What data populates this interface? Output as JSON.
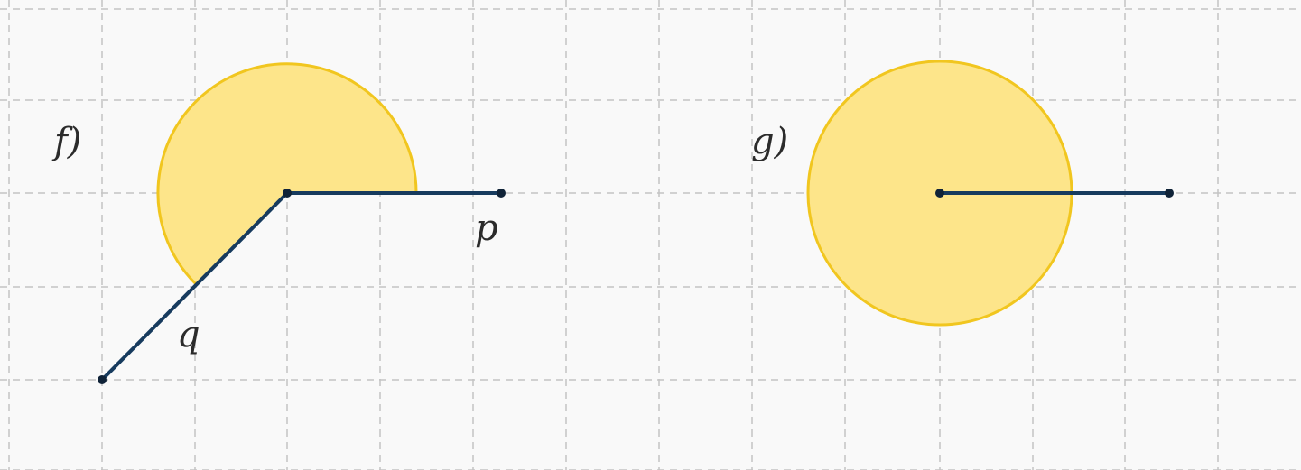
{
  "colors": {
    "background": "#f9f9f9",
    "grid": "#c4c4c4",
    "fill": "#fde58a",
    "stroke": "#f1c61f",
    "ray": "#173b5e",
    "text": "#2b2b2b"
  },
  "figures": [
    {
      "id": "f",
      "label": "f)",
      "description_units": "grid cells",
      "rays": [
        {
          "label": "p",
          "direction_deg": 0
        },
        {
          "label": "q",
          "direction_deg": 225
        }
      ],
      "angle_deg": 225
    },
    {
      "id": "g",
      "label": "g)",
      "rays": [
        {
          "label": "",
          "direction_deg": 0
        }
      ],
      "angle_deg": 360
    }
  ]
}
